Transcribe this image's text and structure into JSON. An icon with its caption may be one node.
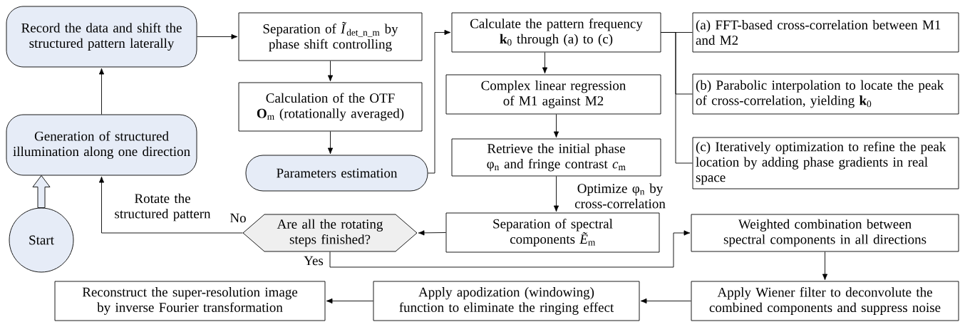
{
  "diagram": {
    "nodes": [
      {
        "text": [
          "Start"
        ]
      },
      {
        "text": [
          "Generation of structured illumination along one direction"
        ]
      },
      {
        "text": [
          "Record the data and shift the structured pattern laterally"
        ]
      },
      {
        "text": [
          "Separation of *Ĩ*$_{det_n_m}$ by phase shift controlling"
        ]
      },
      {
        "text": [
          "Calculation of the OTF **O**$_{m}$ (rotationally averaged)"
        ]
      },
      {
        "text": [
          "Parameters estimation"
        ]
      },
      {
        "text": [
          "Calculate the pattern frequency **k**$_{0}$ through (a) to (c)"
        ]
      },
      {
        "text": [
          "(a) FFT-based cross-correlation between M1 and M2"
        ]
      },
      {
        "text": [
          "(b) Parabolic interpolation to locate the peak of cross-correlation, yielding **k**$_{0}$"
        ]
      },
      {
        "text": [
          "(c) Iteratively optimization to refine the peak location by adding phase gradients in real space"
        ]
      },
      {
        "text": [
          "Complex linear regression of M1 against M2"
        ]
      },
      {
        "text": [
          "Retrieve the initial phase φ$_{n}$ and fringe contrast *c*$_{m}$"
        ]
      },
      {
        "text": [
          "Separation of spectral components *Ẽ*$_{m}$"
        ]
      },
      {
        "text": [
          "Are all the rotating steps finished?"
        ]
      },
      {
        "text": [
          "Weighted combination between spectral components in all directions"
        ]
      },
      {
        "text": [
          "Apply Wiener filter to deconvolute the combined components and suppress noise"
        ]
      },
      {
        "text": [
          "Apply apodization (windowing) function to eliminate the ringing effect"
        ]
      },
      {
        "text": [
          "Reconstruct the super-resolution image by inverse Fourier transformation"
        ]
      }
    ],
    "edges": [
      {
        "from": 0,
        "to": 1,
        "arrow": "to",
        "style": "thick"
      },
      {
        "from": 1,
        "to": 2,
        "arrow": "to"
      },
      {
        "from": 2,
        "to": 3,
        "arrow": "to"
      },
      {
        "from": 3,
        "to": 4,
        "arrow": "to"
      },
      {
        "from": 4,
        "to": 5,
        "arrow": "to"
      },
      {
        "from": 5,
        "to": 6,
        "arrow": "to"
      },
      {
        "from": 6,
        "to": 7,
        "arrow": "none"
      },
      {
        "from": 6,
        "to": 8,
        "arrow": "none"
      },
      {
        "from": 6,
        "to": 9,
        "arrow": "none"
      },
      {
        "from": 6,
        "to": 10,
        "arrow": "to"
      },
      {
        "from": 10,
        "to": 11,
        "arrow": "to"
      },
      {
        "from": 11,
        "to": 12,
        "arrow": "to",
        "label": "Optimize φ$_{n}$ by cross-correlation"
      },
      {
        "from": 12,
        "to": 13,
        "arrow": "to"
      },
      {
        "from": 13,
        "to": 1,
        "arrow": "to",
        "label": "No"
      },
      {
        "from": 13,
        "to": 14,
        "arrow": "to",
        "label": "Yes"
      },
      {
        "from": 14,
        "to": 15,
        "arrow": "to"
      },
      {
        "from": 15,
        "to": 16,
        "arrow": "to"
      },
      {
        "from": 16,
        "to": 17,
        "arrow": "to"
      }
    ],
    "labels": [
      "Rotate the structured pattern"
    ]
  }
}
